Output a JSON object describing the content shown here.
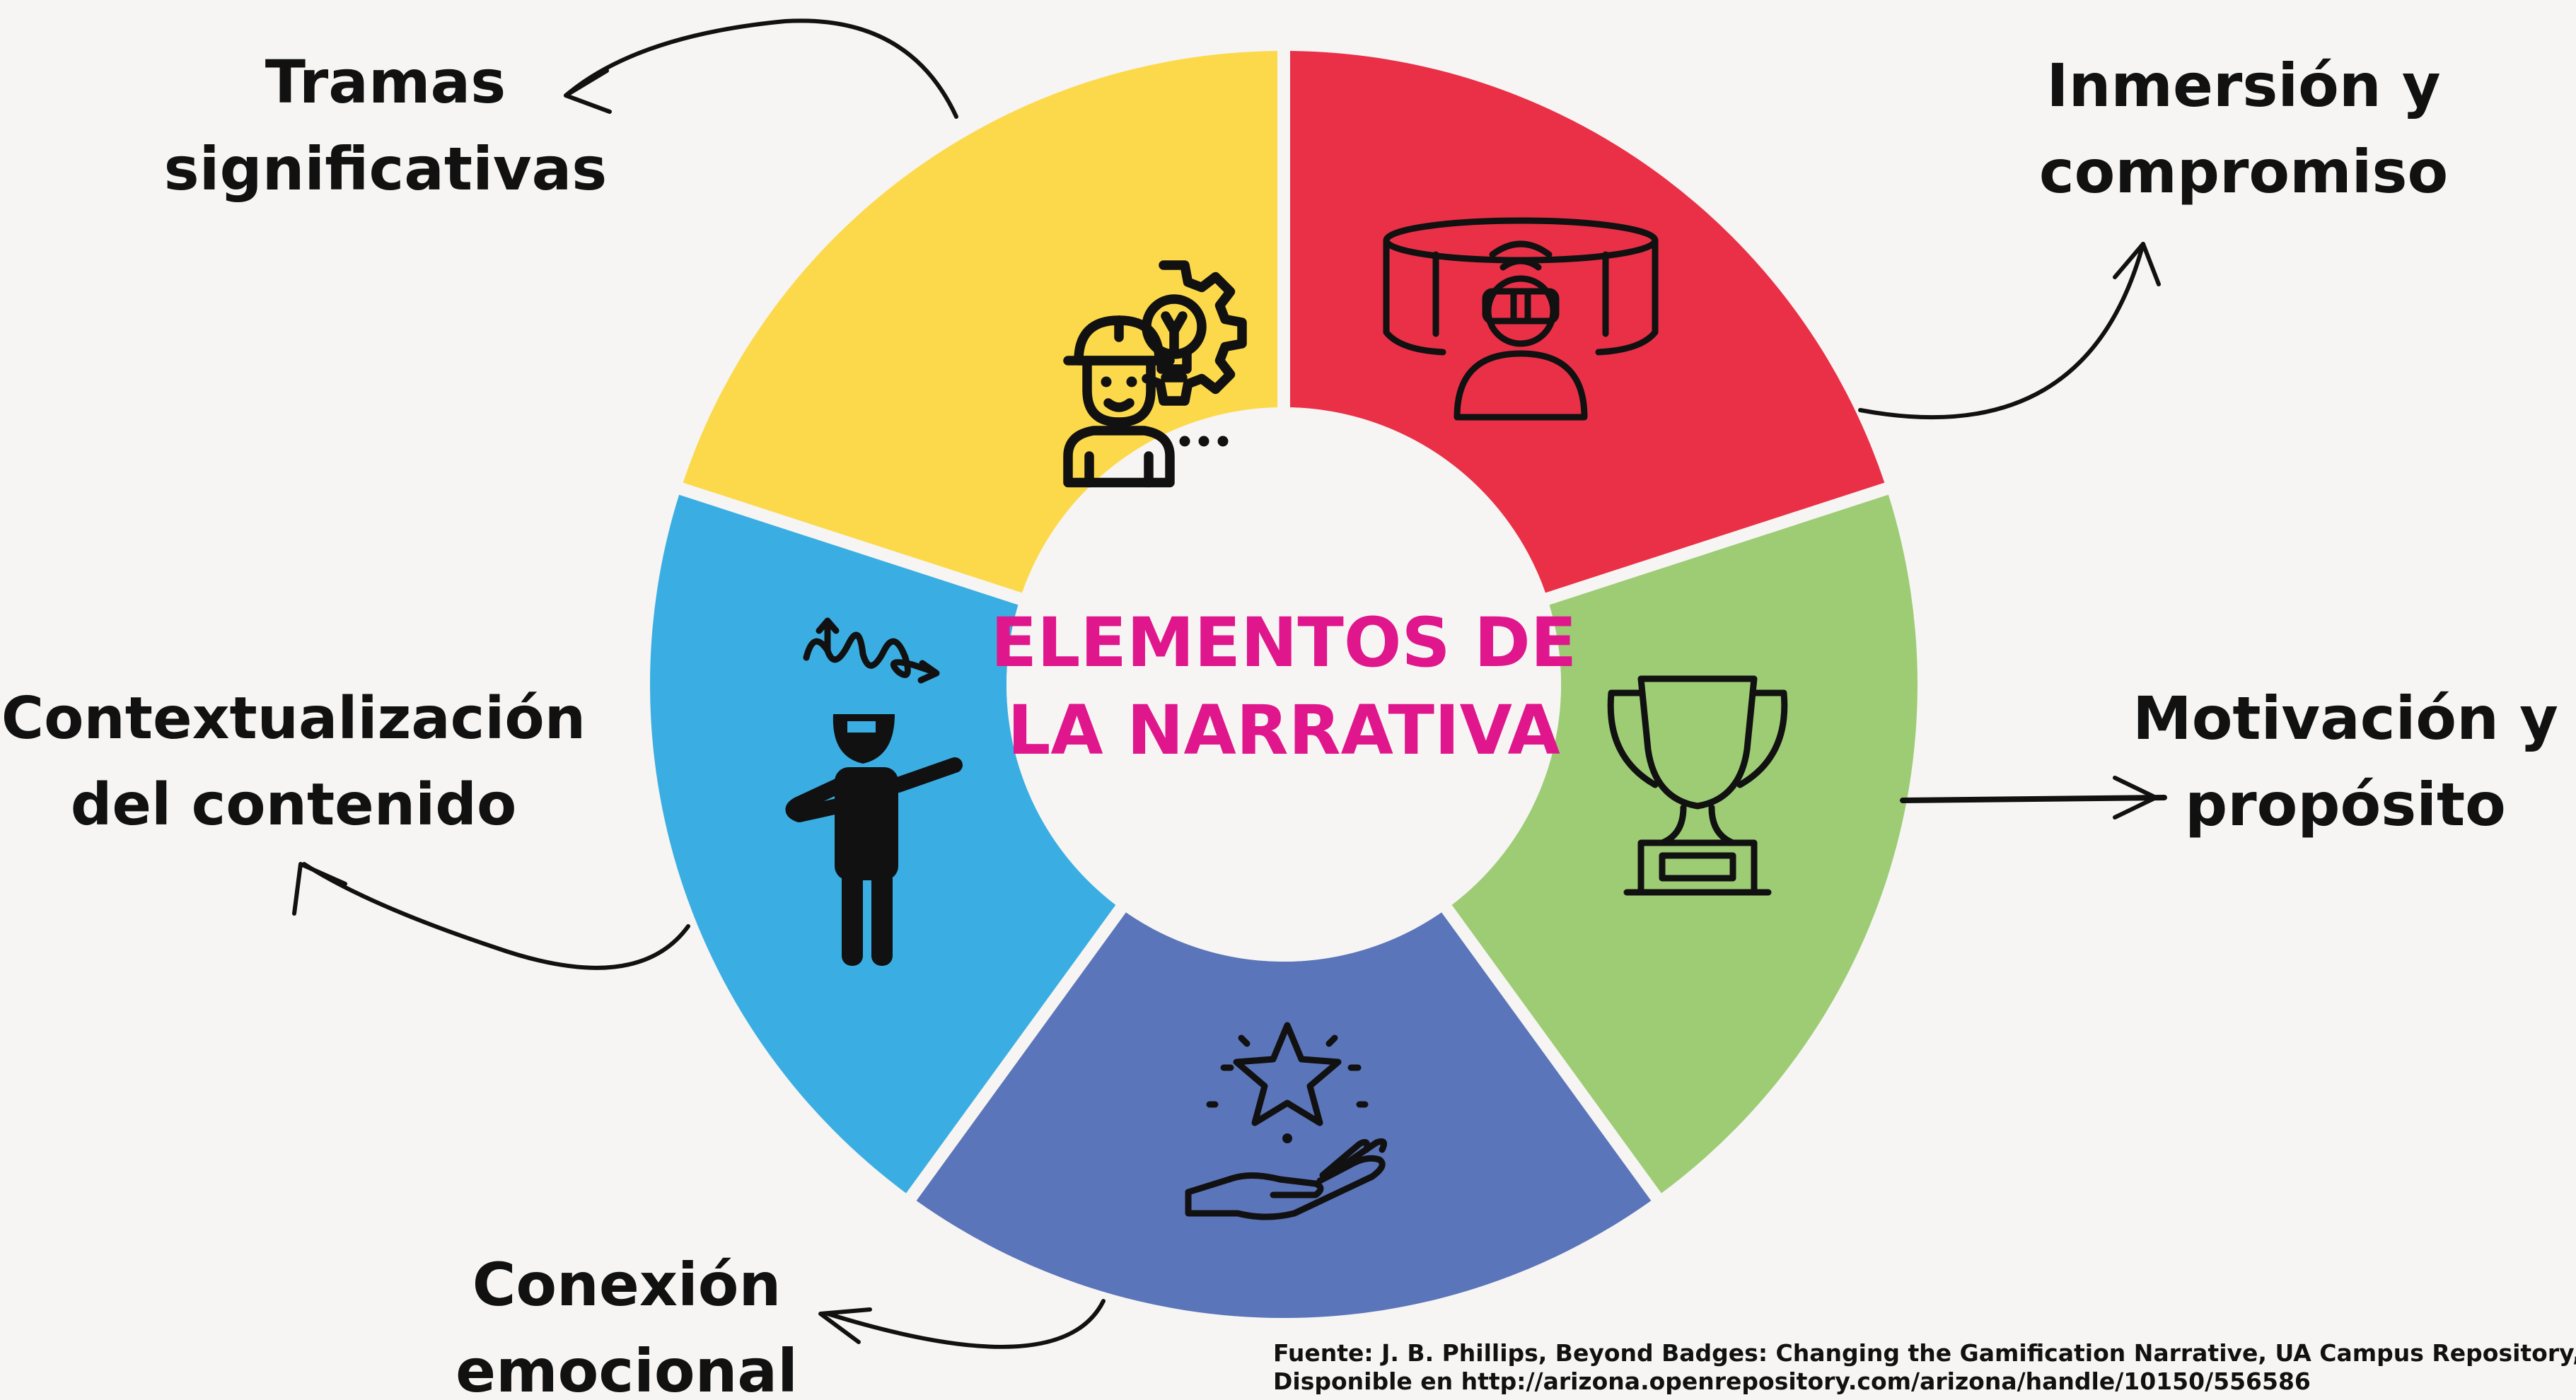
{
  "center": {
    "line1": "ELEMENTOS DE",
    "line2": "LA NARRATIVA"
  },
  "segments": [
    {
      "id": "tramas",
      "label_lines": [
        "Tramas",
        "significativas"
      ],
      "color": "#fcd94a",
      "icon": "engineer-idea-gear-icon"
    },
    {
      "id": "inmersion",
      "label_lines": [
        "Inmersión y",
        "compromiso"
      ],
      "color": "#e93047",
      "icon": "vr-immersion-icon"
    },
    {
      "id": "motivacion",
      "label_lines": [
        "Motivación y",
        "propósito"
      ],
      "color": "#9dcc75",
      "icon": "trophy-icon"
    },
    {
      "id": "conexion",
      "label_lines": [
        "Conexión",
        "emocional"
      ],
      "color": "#5b75ba",
      "icon": "hand-star-icon"
    },
    {
      "id": "contextualizacion",
      "label_lines": [
        "Contextualización",
        "del contenido"
      ],
      "color": "#3aaee3",
      "icon": "confused-person-icon"
    }
  ],
  "colors": {
    "background": "#f6f5f3",
    "center_circle": "#f6f5f3",
    "center_text": "#e0168c",
    "ink": "#111111"
  },
  "source": {
    "line1": "Fuente: J. B. Phillips, Beyond Badges: Changing the Gamification Narrative,  UA Campus Repository,",
    "line2": "Disponible en http://arizona.openrepository.com/arizona/handle/10150/556586"
  }
}
